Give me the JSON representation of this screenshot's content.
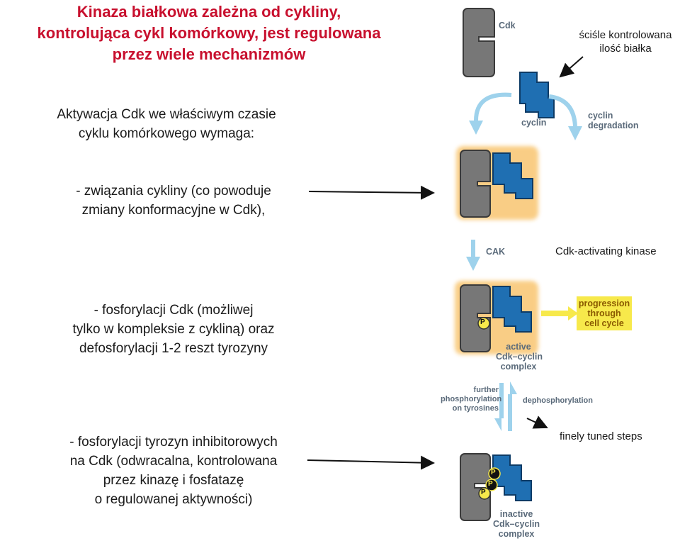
{
  "title": {
    "line1": "Kinaza białkowa zależna od cykliny,",
    "line2": "kontrolująca cykl komórkowy, jest regulowana",
    "line3": "przez wiele mechanizmów"
  },
  "lead": {
    "line1": "Aktywacja Cdk we właściwym czasie",
    "line2": "cyklu komórkowego wymaga:"
  },
  "steps": [
    {
      "line1": "- związania cykliny (co powoduje",
      "line2": "zmiany konformacyjne w Cdk),"
    },
    {
      "line1": "- fosforylacji Cdk (możliwej",
      "line2": "tylko w kompleksie z cykliną) oraz",
      "line3": "defosforylacji 1-2 reszt tyrozyny"
    },
    {
      "line1": "- fosforylacji tyrozyn inhibitorowych",
      "line2": "na Cdk (odwracalna, kontrolowana",
      "line3": "przez kinazę i fosfatazę",
      "line4": "o regulowanej aktywności)"
    }
  ],
  "notes": {
    "protein_amount_line1": "ściśle kontrolowana",
    "protein_amount_line2": "ilość białka",
    "cak_name": "Cdk-activating kinase",
    "finely_tuned": "finely tuned steps"
  },
  "figure_labels": {
    "cdk": "Cdk",
    "cyclin": "cyclin",
    "cyclin_degradation_1": "cyclin",
    "cyclin_degradation_2": "degradation",
    "cak": "CAK",
    "progression_1": "progression",
    "progression_2": "through",
    "progression_3": "cell cycle",
    "active_1": "active",
    "active_2": "Cdk–cyclin",
    "active_3": "complex",
    "further_1": "further",
    "further_2": "phosphorylation",
    "further_3": "on tyrosines",
    "dephosphorylation": "dephosphorylation",
    "inactive_1": "inactive",
    "inactive_2": "Cdk–cyclin",
    "inactive_3": "complex",
    "p": "P"
  },
  "colors": {
    "title": "#c8102e",
    "cdk": "#777777",
    "cyclin": "#1f6fb2",
    "active_glow": "#f5a623",
    "arrow": "#9ed2ec",
    "phosphate": "#f7e94b"
  }
}
